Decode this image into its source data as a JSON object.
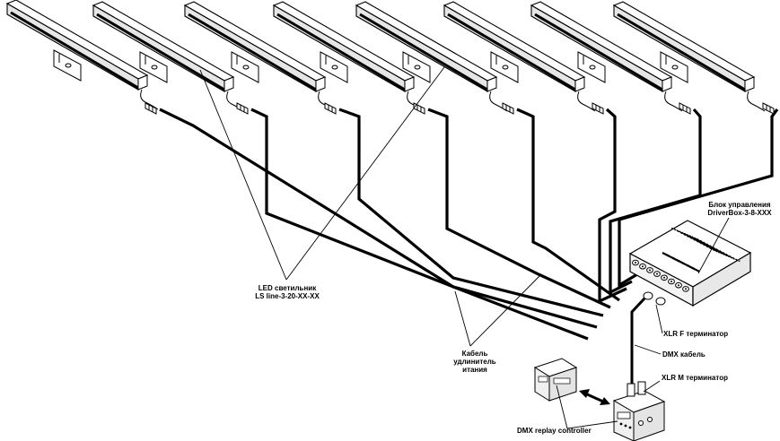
{
  "labels": {
    "led_fixture": [
      "LED светильник",
      "LS line-3-20-XX-XX"
    ],
    "driver_box": [
      "Блок управления",
      "DriverBox-3-8-XXX"
    ],
    "xlr_f": "XLR F терминатор",
    "dmx_cable": "DMX кабель",
    "xlr_m": "XLR M терминатор",
    "power_cable": [
      "Кабель",
      "удлинитель",
      "итания"
    ],
    "dmx_controller": "DMX replay controller"
  },
  "fixture_count": 8,
  "colors": {
    "line": "#000000",
    "fill": "#ffffff",
    "shade": "#e6e6e6"
  }
}
